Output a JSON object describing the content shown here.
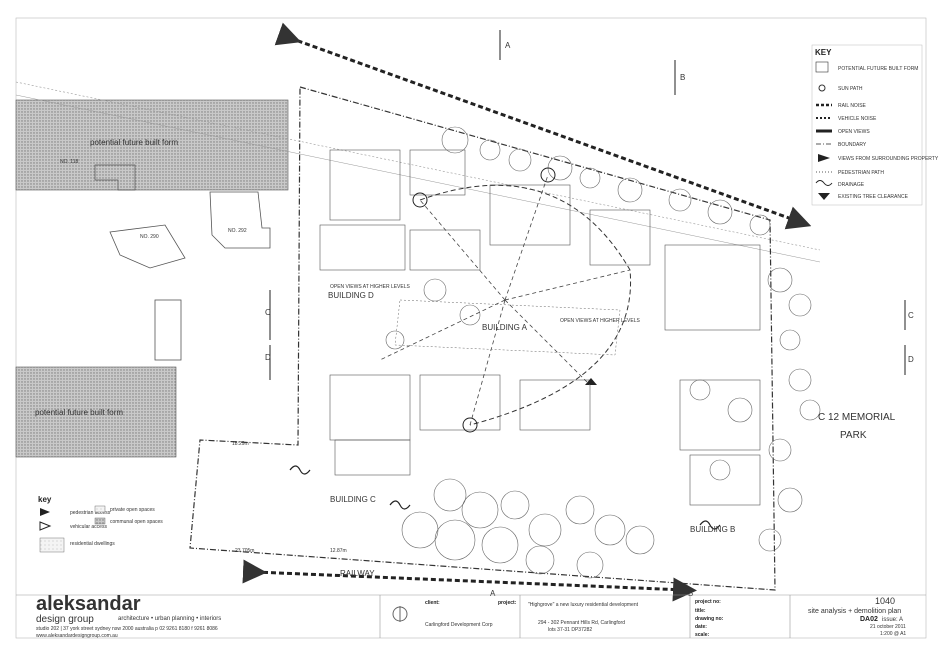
{
  "sheet": {
    "title": "site analysis + demolition plan",
    "project_no": "1040",
    "drawing_no": "DA02",
    "issue": "issue: A",
    "date": "21 october 2011",
    "scale": "1:200 @ A1"
  },
  "title_block": {
    "project_label": "project no:",
    "title_label": "title:",
    "drawing_label": "drawing no:",
    "date_label": "date:",
    "scale_label": "scale:",
    "client_label": "client:",
    "client": "Carlingford Development Corp",
    "project_field_label": "project:",
    "project_name": "\"Highgrove\" a new luxury residential development",
    "project_address": "294 - 302 Pennant Hills Rd, Carlingford",
    "project_lots": "lots 37-31 DP37282"
  },
  "firm": {
    "name": "aleksandar",
    "subtitle": "design group",
    "disciplines": "architecture • urban planning • interiors",
    "address": "studio 202 | 37 york street sydney nsw 2000 australia p 02 9261 8180 f 9261 8086",
    "web": "www.aleksandardesigngroup.com.au"
  },
  "plan_labels": {
    "future_built_1": "potential future built form",
    "future_built_2": "potential future built form",
    "no_118": "NO. 118",
    "no_290": "NO. 290",
    "no_292": "NO. 292",
    "building_a": "BUILDING A",
    "building_b": "BUILDING B",
    "building_c": "BUILDING C",
    "building_d": "BUILDING D",
    "railway": "RAILWAY",
    "memorial_park_1": "C 12 MEMORIAL",
    "memorial_park_2": "PARK",
    "open_views_1": "OPEN VIEWS AT HIGHER LEVELS",
    "open_views_2": "OPEN VIEWS AT HIGHER LEVELS",
    "section_a1": "A",
    "section_a2": "A",
    "section_b1": "B",
    "section_b2": "B",
    "section_c1": "C",
    "section_c2": "C",
    "section_d1": "D",
    "section_d2": "D",
    "dim_1": "18.29m",
    "dim_2": "23.705m",
    "dim_3": "12.87m"
  },
  "key_top": {
    "title": "KEY",
    "items": [
      "POTENTIAL FUTURE BUILT FORM",
      "SUN PATH",
      "RAIL NOISE",
      "VEHICLE NOISE",
      "OPEN VIEWS",
      "BOUNDARY",
      "VIEWS FROM SURROUNDING PROPERTY",
      "PEDESTRIAN PATH",
      "DRAINAGE",
      "EXISTING TREE CLEARANCE"
    ]
  },
  "key_bottom": {
    "title": "key",
    "items": [
      "pedestrian access",
      "vehicular access",
      "private open spaces",
      "communal open spaces",
      "residential dwellings"
    ]
  },
  "colors": {
    "line": "#3a3a3a",
    "hatch": "#8a8a8a",
    "paper": "#ffffff"
  }
}
